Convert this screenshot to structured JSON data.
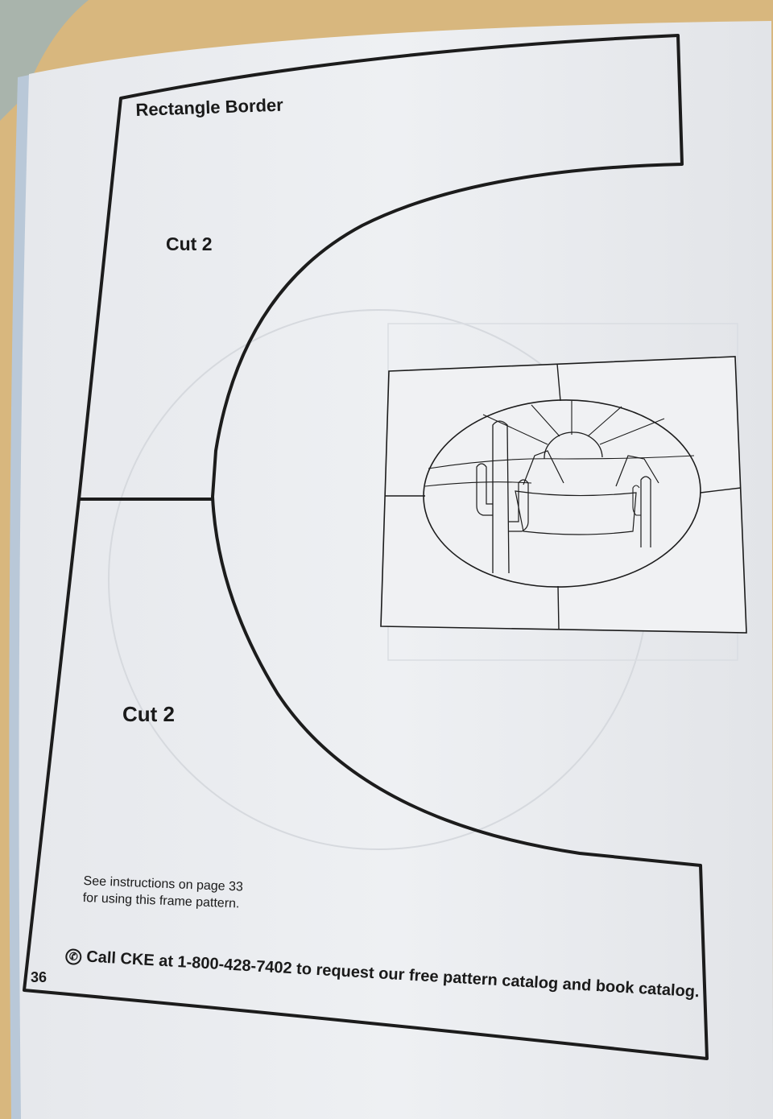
{
  "page": {
    "title": "Rectangle Border",
    "cut_label_top": "Cut 2",
    "cut_label_bottom": "Cut 2",
    "instructions": {
      "line1": "See instructions on page 33",
      "line2": "for using this frame pattern."
    },
    "page_number": "36",
    "call_text": "Call CKE at 1-800-428-7402 to request  our free pattern catalog and book catalog.",
    "phone_icon": "phone-icon"
  },
  "colors": {
    "table": "#d8b77e",
    "paper": "#eceef1",
    "ink": "#1a1a1a"
  }
}
